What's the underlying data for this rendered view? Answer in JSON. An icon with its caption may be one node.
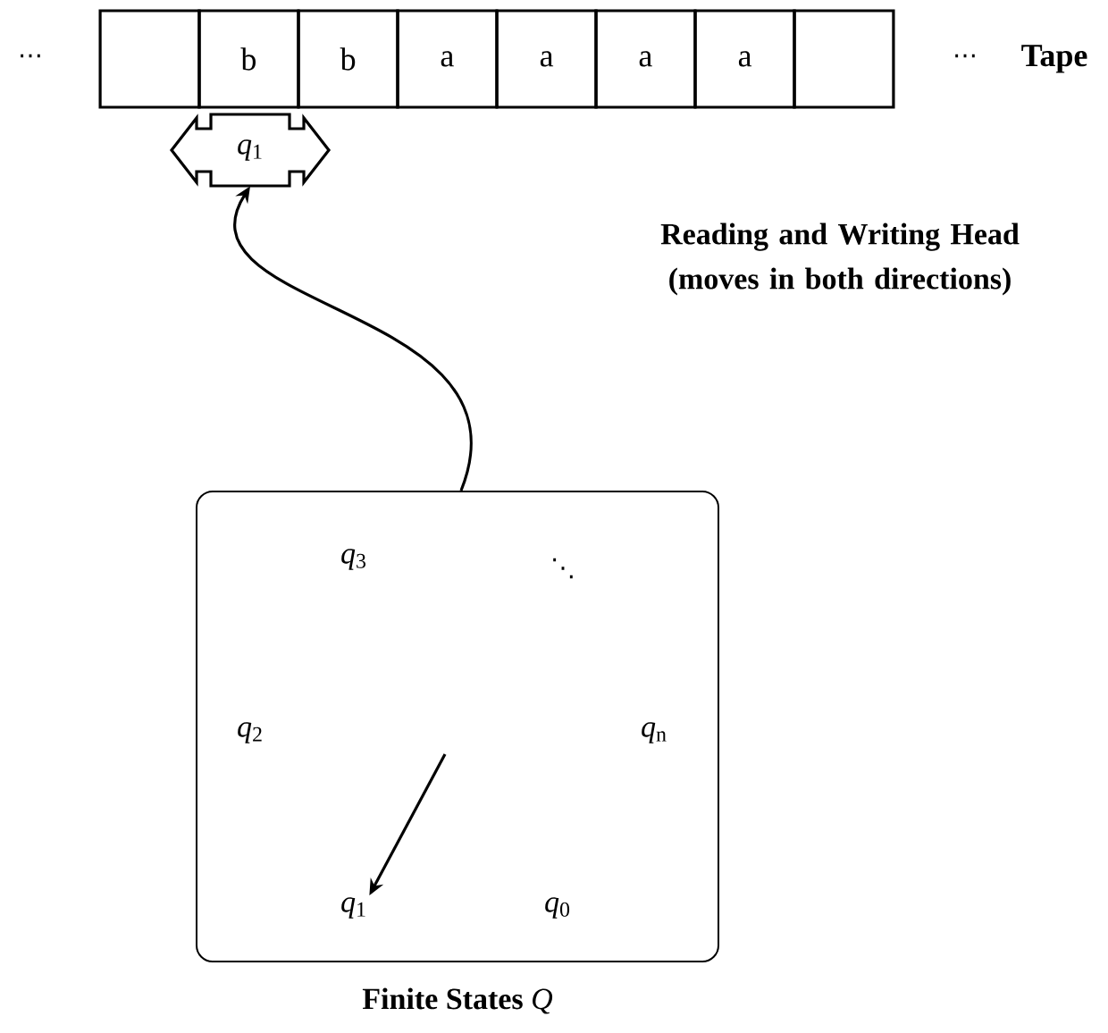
{
  "diagram": {
    "nodes": [
      {
        "text": [],
        "shape": "box"
      },
      {
        "text": [
          "b"
        ]
      },
      {
        "text": [
          "b"
        ]
      },
      {
        "text": [
          "a"
        ]
      },
      {
        "text": [
          "a"
        ]
      },
      {
        "text": [
          "a"
        ]
      },
      {
        "text": [
          "a"
        ]
      },
      {
        "text": [],
        "shape": "box"
      },
      {
        "text": [
          "*q*$_{1}$"
        ]
      },
      {
        "text": [
          "**Finite States** *Q*"
        ]
      },
      {
        "text": [
          "*q*$_{1}$"
        ],
        "in": 9
      }
    ],
    "edges": [
      {
        "from": 9,
        "to": 8,
        "arrow": "to"
      },
      {
        "from": null,
        "to": 10,
        "arrow": "to"
      }
    ],
    "labels": [
      "⋯",
      "⋯",
      "Tape",
      "Reading and Writing Head (moves in both directions)",
      "*q*$_{3}$",
      "⋱",
      "*q*$_{2}$",
      "*q*$_{n}$",
      "*q*$_{0}$"
    ]
  }
}
